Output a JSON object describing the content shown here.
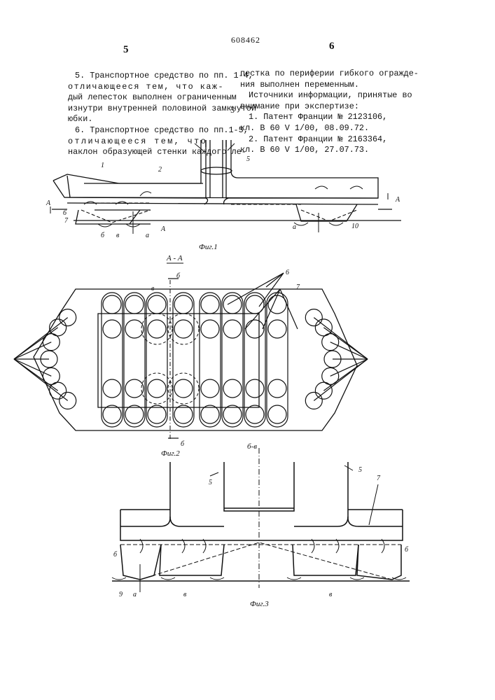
{
  "header": {
    "doc_number": "608462",
    "page_left": "5",
    "page_right": "6",
    "line_marker": "5"
  },
  "left_column": [
    "5. Транспортное средство по пп. 1-4,",
    "отличающееся тем, что каж-",
    "дый лепесток выполнен ограниченным",
    "изнутри внутренней половиной замкнутой",
    "юбки.",
    "6. Транспортное средство по пп.1-5,",
    "отличающееся тем, что",
    "наклон образующей стенки каждого ле-"
  ],
  "right_column": [
    "пестка по периферии гибкого огражде-",
    "ния выполнен переменным.",
    "Источники информации, принятые во",
    "внимание при экспертизе:",
    "1. Патент Франции № 2123106,",
    "кл. В 60 V 1/00, 08.09.72.",
    "2. Патент Франции № 2163364,",
    "кл. В 60 V 1/00, 27.07.73."
  ],
  "figures": {
    "fig1": {
      "caption": "Фиг.1",
      "labels": {
        "n1": "1",
        "n2": "2",
        "n5": "5",
        "n6": "6",
        "n7": "7",
        "n10": "10",
        "b": "б",
        "v": "в",
        "a": "а",
        "A": "А",
        "AL": "А",
        "AR": "А",
        "sectionA": "А"
      }
    },
    "fig2": {
      "caption": "Фиг.2",
      "section_title": "А - А",
      "labels": {
        "b_top": "б",
        "b_bottom": "б",
        "n6": "6",
        "n7": "7",
        "dot": "в"
      }
    },
    "fig3": {
      "caption": "Фиг.3",
      "section_title": "б-в",
      "labels": {
        "n5a": "5",
        "n5b": "5",
        "n7": "7",
        "n6l": "б",
        "n6r": "б",
        "n9": "9",
        "a": "а",
        "v1": "в",
        "v2": "в"
      }
    }
  }
}
